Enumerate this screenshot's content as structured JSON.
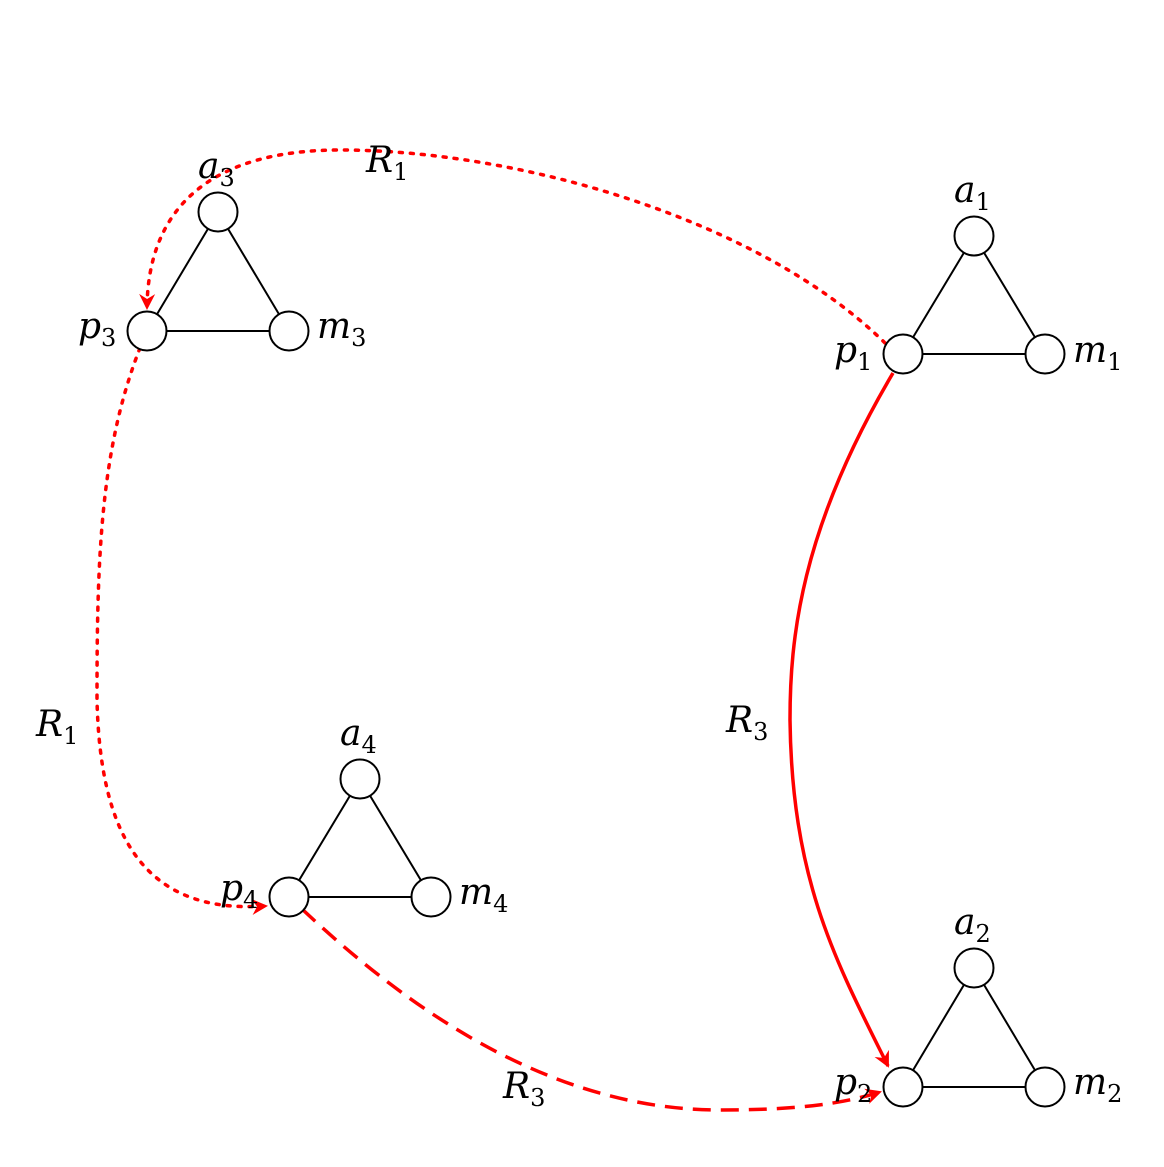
{
  "colors": {
    "relation": "#ff0000",
    "node_stroke": "#000000",
    "node_fill": "#ffffff",
    "background": "#ffffff"
  },
  "groups": [
    {
      "id": "g1",
      "a": {
        "base": "a",
        "sub": "1"
      },
      "p": {
        "base": "p",
        "sub": "1"
      },
      "m": {
        "base": "m",
        "sub": "1"
      }
    },
    {
      "id": "g2",
      "a": {
        "base": "a",
        "sub": "2"
      },
      "p": {
        "base": "p",
        "sub": "2"
      },
      "m": {
        "base": "m",
        "sub": "2"
      }
    },
    {
      "id": "g3",
      "a": {
        "base": "a",
        "sub": "3"
      },
      "p": {
        "base": "p",
        "sub": "3"
      },
      "m": {
        "base": "m",
        "sub": "3"
      }
    },
    {
      "id": "g4",
      "a": {
        "base": "a",
        "sub": "4"
      },
      "p": {
        "base": "p",
        "sub": "4"
      },
      "m": {
        "base": "m",
        "sub": "4"
      }
    }
  ],
  "relations": [
    {
      "id": "r1a",
      "from": "p1",
      "to": "p3",
      "style": "dotted",
      "label": {
        "base": "R",
        "sub": "1"
      }
    },
    {
      "id": "r1b",
      "from": "p3",
      "to": "p4",
      "style": "dotted",
      "label": {
        "base": "R",
        "sub": "1"
      }
    },
    {
      "id": "r3a",
      "from": "p1",
      "to": "p2",
      "style": "solid",
      "label": {
        "base": "R",
        "sub": "3"
      }
    },
    {
      "id": "r3b",
      "from": "p4",
      "to": "p2",
      "style": "dashed",
      "label": {
        "base": "R",
        "sub": "3"
      }
    }
  ]
}
